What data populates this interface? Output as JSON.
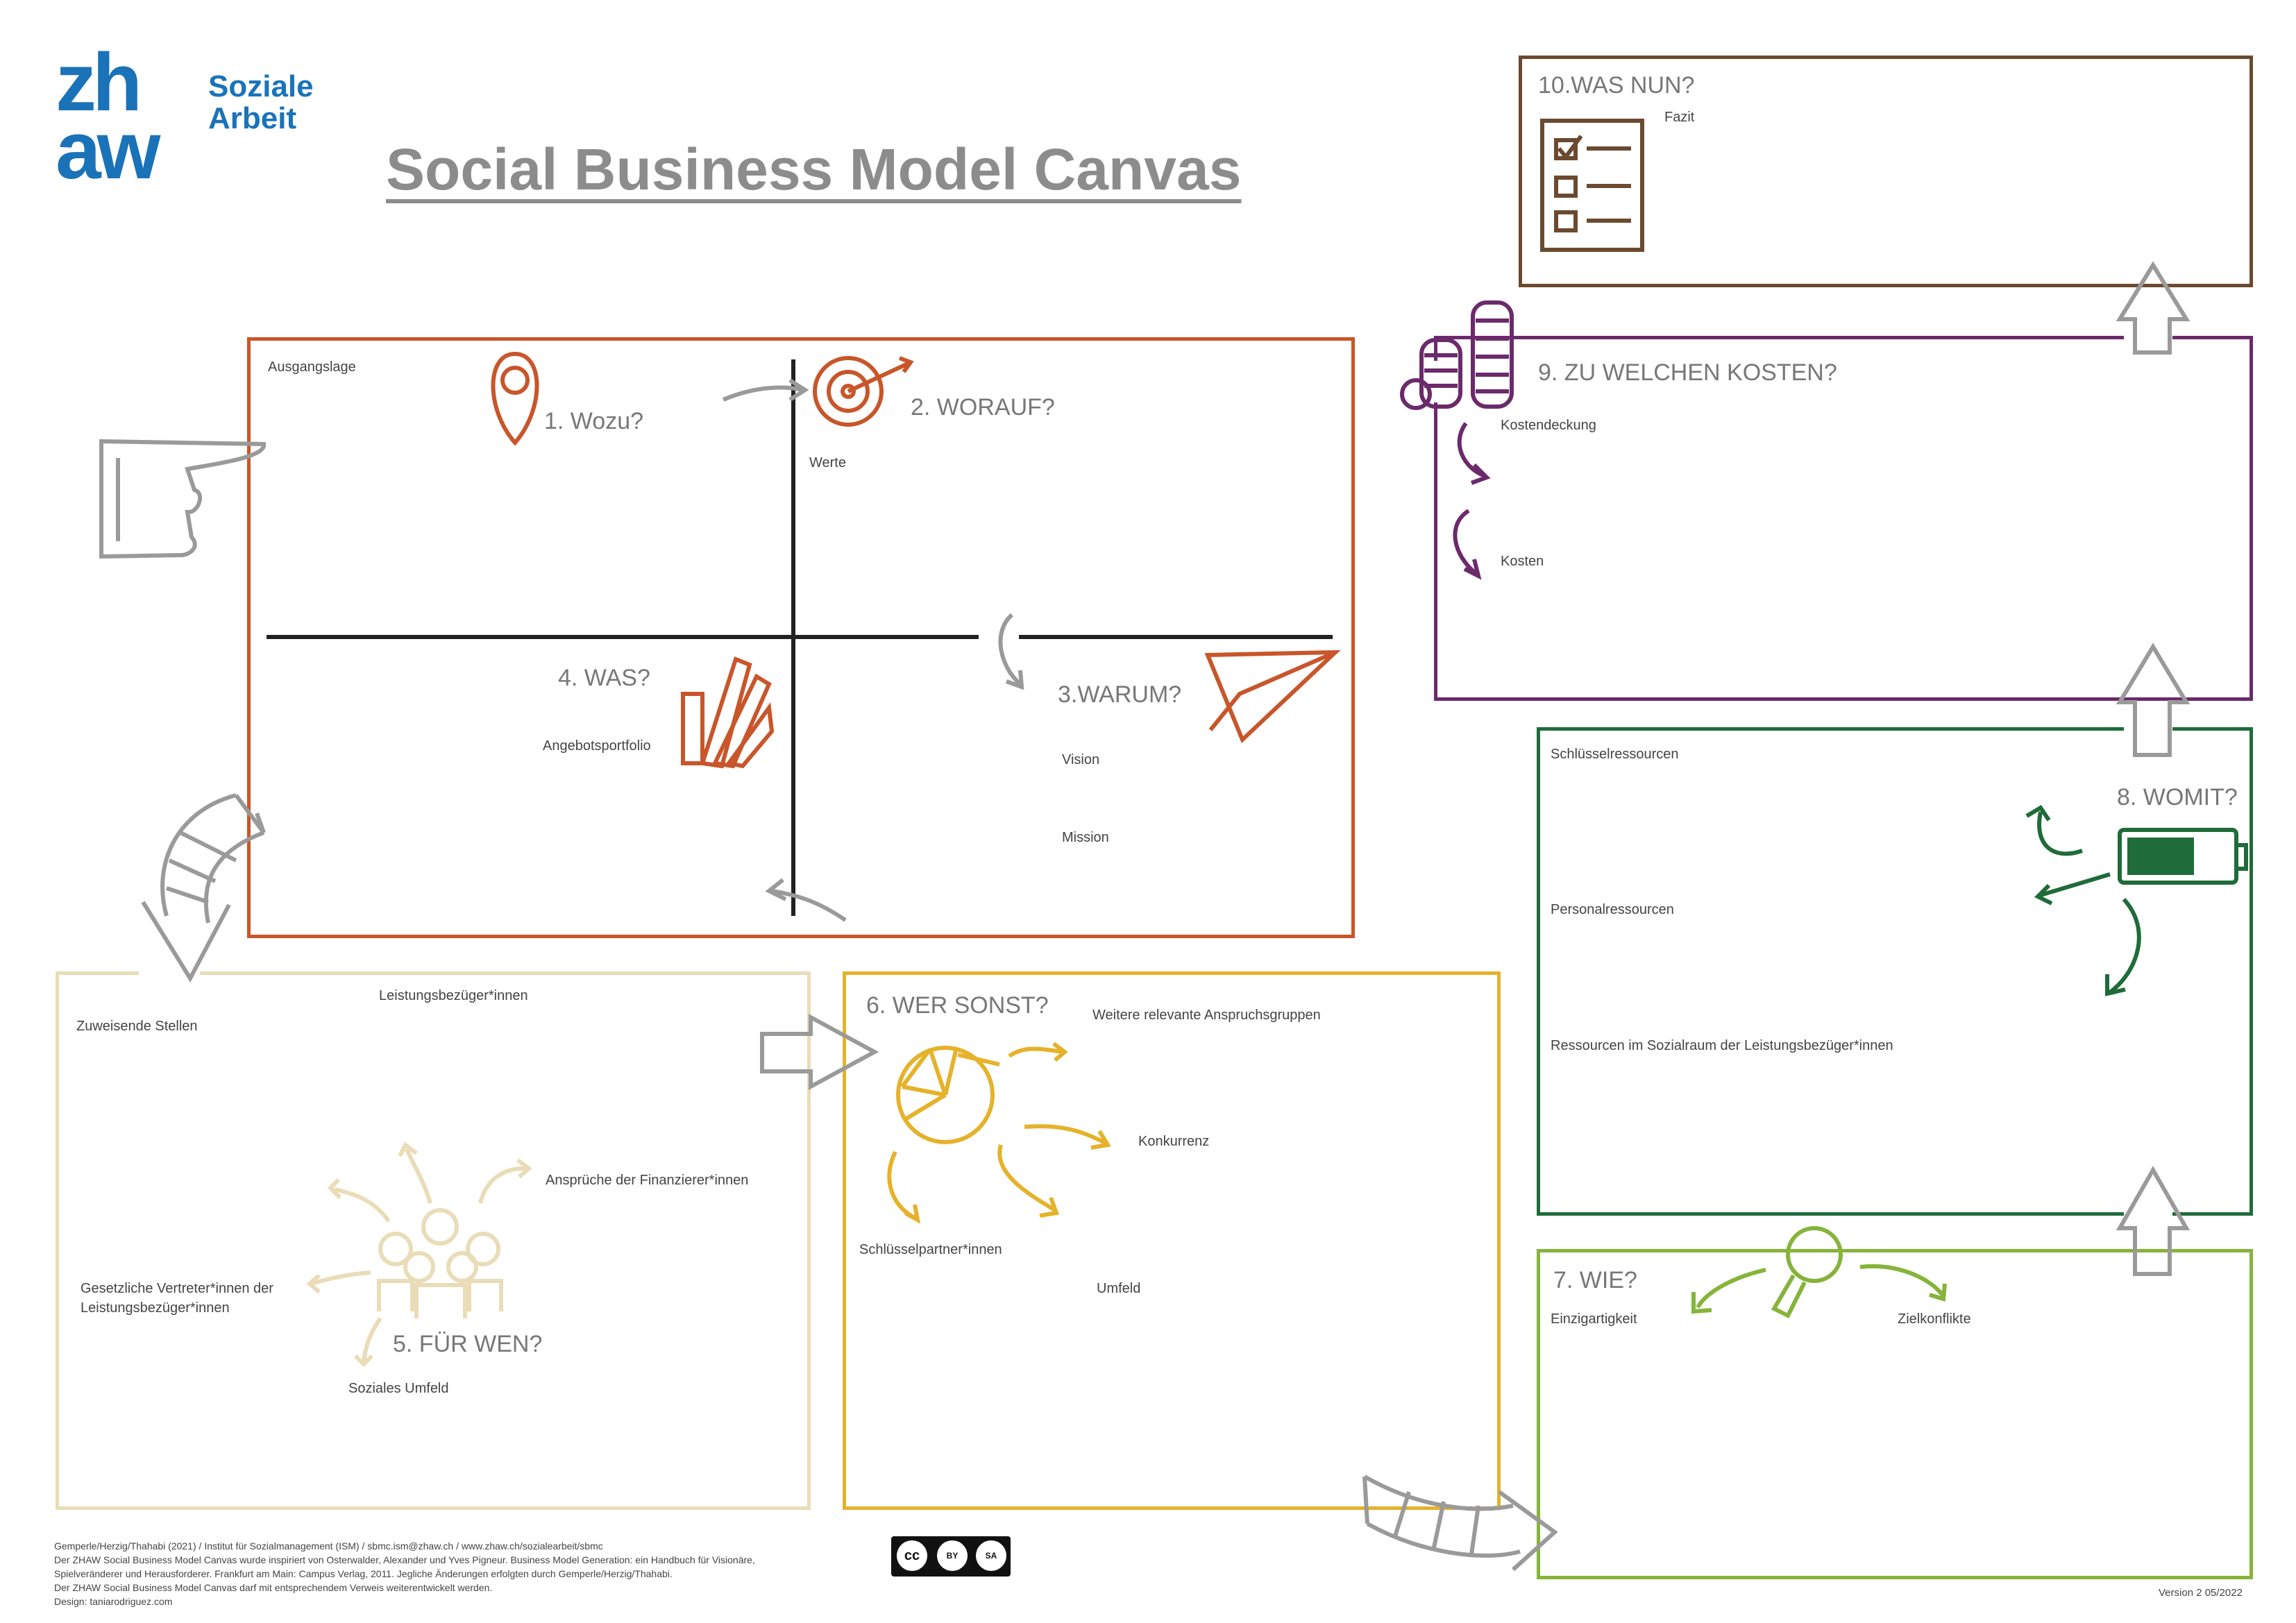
{
  "logo": {
    "mark": "zh aw",
    "subtitle_line1": "Soziale",
    "subtitle_line2": "Arbeit"
  },
  "title": "Social Business Model Canvas",
  "colors": {
    "orange": "#c8562a",
    "purple": "#6b2a6c",
    "green_dark": "#1f6b3a",
    "green_light": "#86b43a",
    "yellow": "#e5b22a",
    "beige": "#e9dcb7",
    "brown": "#6b4a30",
    "grey": "#9a9a9a",
    "blue": "#1a73b8"
  },
  "main": {
    "ausgangslage": "Ausgangslage",
    "wozu": "1. Wozu?",
    "worauf": "2. WORAUF?",
    "werte": "Werte",
    "was": "4. WAS?",
    "angebot": "Angebotsportfolio",
    "warum": "3.WARUM?",
    "vision": "Vision",
    "mission": "Mission"
  },
  "fuer_wen": {
    "zuweisende": "Zuweisende Stellen",
    "leistung": "Leistungsbezüger*innen",
    "finanzierer": "Ansprüche der Finanzierer*innen",
    "gesetzlich_line1": "Gesetzliche Vertreter*innen der",
    "gesetzlich_line2": "Leistungsbezüger*innen",
    "heading": "5. FÜR WEN?",
    "sozial": "Soziales Umfeld"
  },
  "wer_sonst": {
    "heading": "6. WER SONST?",
    "weitere": "Weitere relevante Anspruchsgruppen",
    "konkurrenz": "Konkurrenz",
    "partner": "Schlüsselpartner*innen",
    "umfeld": "Umfeld"
  },
  "wie": {
    "heading": "7. WIE?",
    "einzig": "Einzigartigkeit",
    "ziel": "Zielkonflikte"
  },
  "womit": {
    "heading": "8. WOMIT?",
    "schluessel": "Schlüsselressourcen",
    "personal": "Personalressourcen",
    "sozialraum": "Ressourcen im Sozialraum der Leistungsbezüger*innen"
  },
  "kosten": {
    "heading": "9. ZU WELCHEN KOSTEN?",
    "deckung": "Kostendeckung",
    "kosten": "Kosten"
  },
  "was_nun": {
    "heading": "10.WAS NUN?",
    "fazit": "Fazit"
  },
  "footer": {
    "line1": "Gemperle/Herzig/Thahabi (2021) / Institut für Sozialmanagement (ISM) / sbmc.ism@zhaw.ch / www.zhaw.ch/sozialearbeit/sbmc",
    "line2": "Der ZHAW Social Business Model Canvas wurde inspiriert von Osterwalder, Alexander und Yves Pigneur. Business Model Generation: ein Handbuch für Visionäre,",
    "line3": "Spielveränderer und Herausforderer. Frankfurt am Main: Campus Verlag, 2011. Jegliche Änderungen erfolgten durch Gemperle/Herzig/Thahabi.",
    "line4": "Der ZHAW Social Business Model Canvas darf mit entsprechendem Verweis weiterentwickelt werden.",
    "line5": "Design: taniarodriguez.com"
  },
  "license": {
    "cc": "cc",
    "by": "BY",
    "sa": "SA"
  },
  "version": "Version 2 05/2022"
}
